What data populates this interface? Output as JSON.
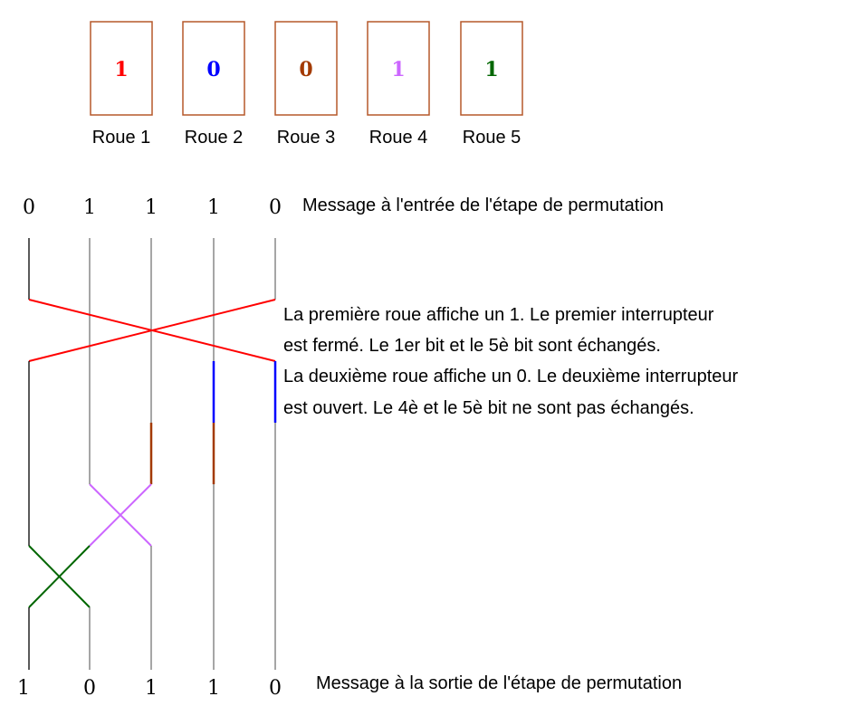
{
  "wheels": [
    {
      "label": "Roue 1",
      "value": "1",
      "color": "#ff0000"
    },
    {
      "label": "Roue 2",
      "value": "0",
      "color": "#0000ff"
    },
    {
      "label": "Roue 3",
      "value": "0",
      "color": "#a33a00"
    },
    {
      "label": "Roue 4",
      "value": "1",
      "color": "#cc66ff"
    },
    {
      "label": "Roue 5",
      "value": "1",
      "color": "#006600"
    }
  ],
  "input_bits": [
    "0",
    "1",
    "1",
    "1",
    "0"
  ],
  "input_label": "Message à l'entrée de l'étape de permutation",
  "output_bits": [
    "1",
    "0",
    "1",
    "1",
    "0"
  ],
  "output_label": "Message à la sortie de l'étape de permutation",
  "explanations": [
    "La première roue affiche un 1. Le premier interrupteur",
    "est fermé. Le 1er bit et le 5è bit sont échangés.",
    "La deuxième roue affiche un 0. Le deuxième interrupteur",
    "est ouvert. Le 4è et le 5è bit ne sont pas échangés."
  ],
  "box_color": "#b5582a"
}
